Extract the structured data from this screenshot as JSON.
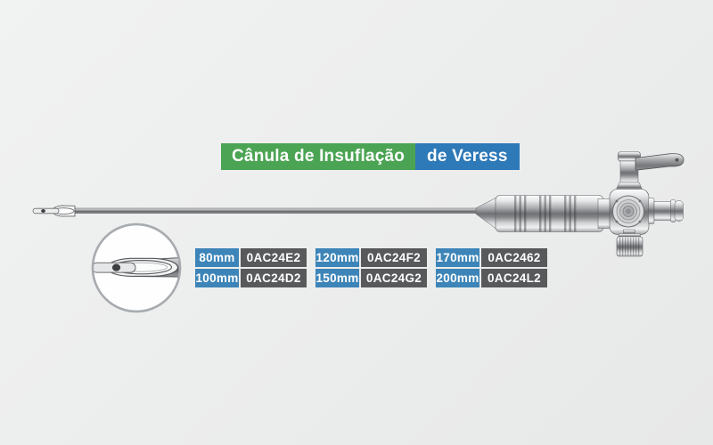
{
  "title": {
    "primary": "Cânula de Insuflação",
    "secondary": "de Veress"
  },
  "product": {
    "illustration_alt": "veress-insufflation-needle-with-stopcock",
    "detail_alt": "needle-tip-close-up-magnifier"
  },
  "size_table": {
    "columns": [
      {
        "rows": [
          {
            "size": "80mm",
            "code": "0AC24E2"
          },
          {
            "size": "100mm",
            "code": "0AC24D2"
          }
        ]
      },
      {
        "rows": [
          {
            "size": "120mm",
            "code": "0AC24F2"
          },
          {
            "size": "150mm",
            "code": "0AC24G2"
          }
        ]
      },
      {
        "rows": [
          {
            "size": "170mm",
            "code": "0AC2462"
          },
          {
            "size": "200mm",
            "code": "0AC24L2"
          }
        ]
      }
    ]
  },
  "colors": {
    "page_background": "#eeefef",
    "title_green": "#4ba453",
    "title_blue": "#2e79b7",
    "size_badge_blue": "#3d85b8",
    "code_badge_gray": "#58595b",
    "badge_text": "#ffffff"
  }
}
